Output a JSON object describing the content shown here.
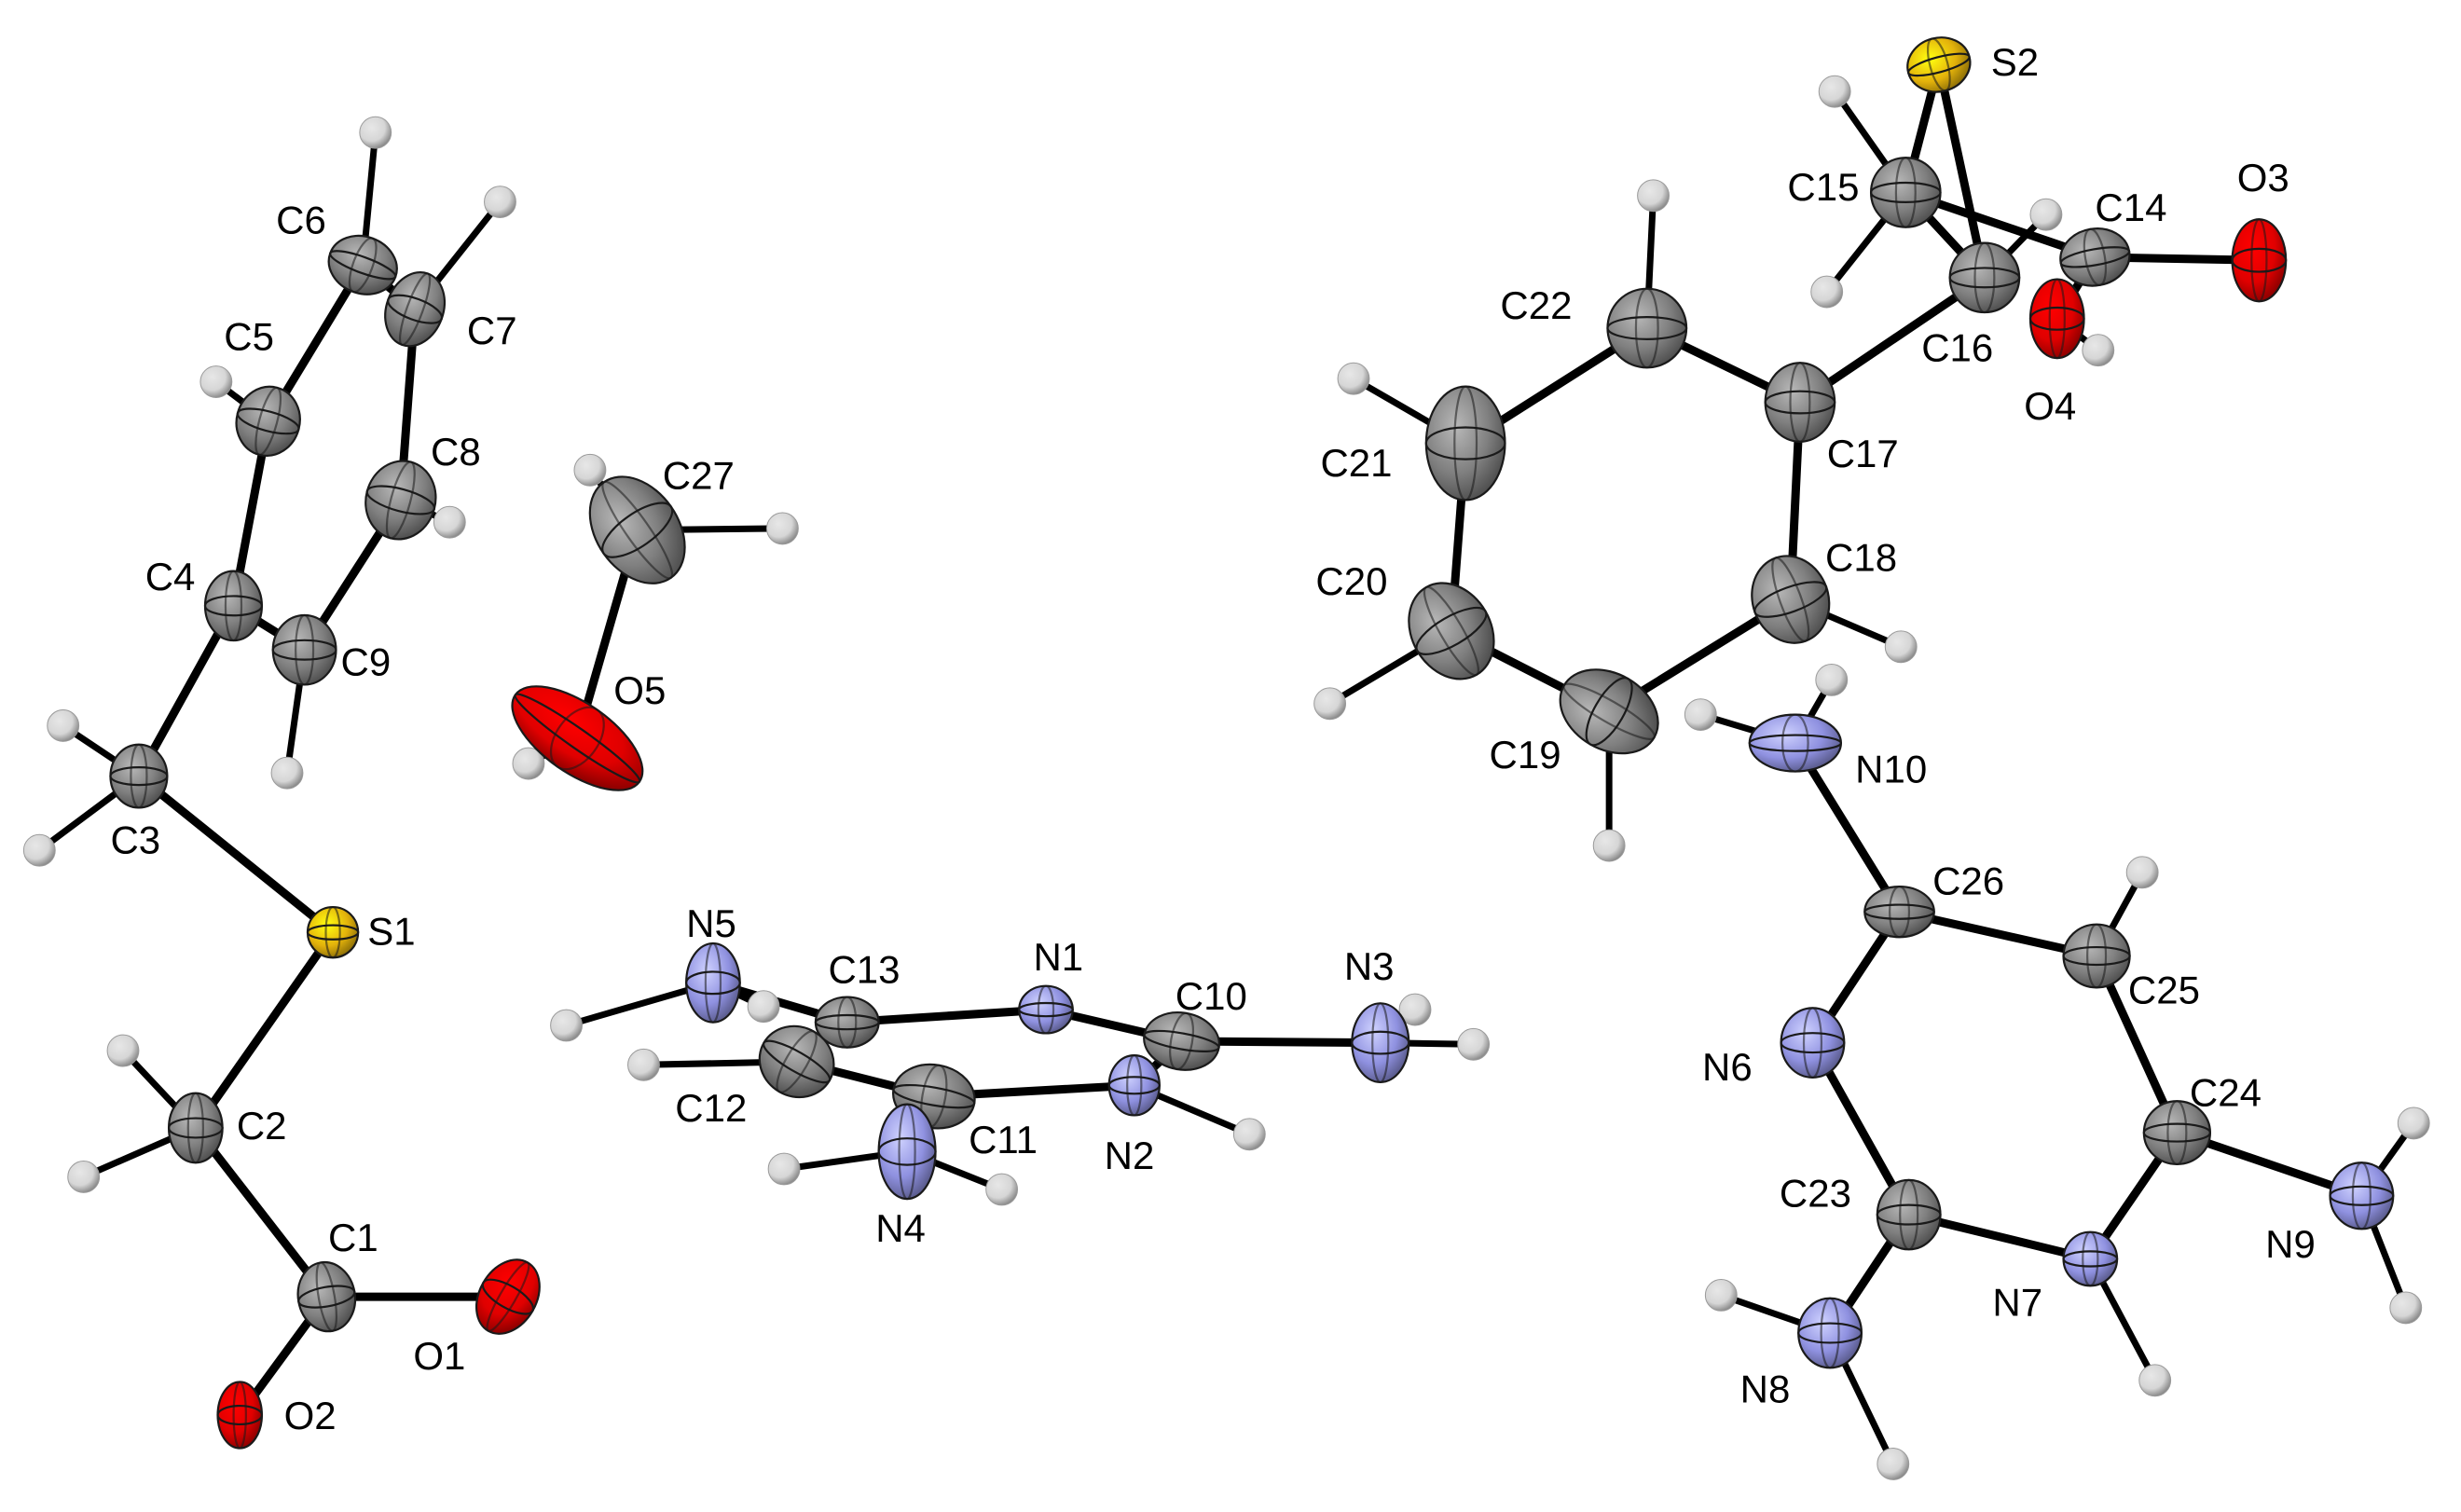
{
  "colors": {
    "C": "#7f7f7f",
    "N": "#8f91e0",
    "O": "#e00000",
    "S": "#e3b20b",
    "H": "#d6d6d6",
    "bond": "#000000"
  },
  "atoms": [
    {
      "id": "C1",
      "el": "C",
      "label": "C1"
    },
    {
      "id": "C2",
      "el": "C",
      "label": "C2"
    },
    {
      "id": "C3",
      "el": "C",
      "label": "C3"
    },
    {
      "id": "C4",
      "el": "C",
      "label": "C4"
    },
    {
      "id": "C5",
      "el": "C",
      "label": "C5"
    },
    {
      "id": "C6",
      "el": "C",
      "label": "C6"
    },
    {
      "id": "C7",
      "el": "C",
      "label": "C7"
    },
    {
      "id": "C8",
      "el": "C",
      "label": "C8"
    },
    {
      "id": "C9",
      "el": "C",
      "label": "C9"
    },
    {
      "id": "C10",
      "el": "C",
      "label": "C10"
    },
    {
      "id": "C11",
      "el": "C",
      "label": "C11"
    },
    {
      "id": "C12",
      "el": "C",
      "label": "C12"
    },
    {
      "id": "C13",
      "el": "C",
      "label": "C13"
    },
    {
      "id": "C14",
      "el": "C",
      "label": "C14"
    },
    {
      "id": "C15",
      "el": "C",
      "label": "C15"
    },
    {
      "id": "C16",
      "el": "C",
      "label": "C16"
    },
    {
      "id": "C17",
      "el": "C",
      "label": "C17"
    },
    {
      "id": "C18",
      "el": "C",
      "label": "C18"
    },
    {
      "id": "C19",
      "el": "C",
      "label": "C19"
    },
    {
      "id": "C20",
      "el": "C",
      "label": "C20"
    },
    {
      "id": "C21",
      "el": "C",
      "label": "C21"
    },
    {
      "id": "C22",
      "el": "C",
      "label": "C22"
    },
    {
      "id": "C23",
      "el": "C",
      "label": "C23"
    },
    {
      "id": "C24",
      "el": "C",
      "label": "C24"
    },
    {
      "id": "C25",
      "el": "C",
      "label": "C25"
    },
    {
      "id": "C26",
      "el": "C",
      "label": "C26"
    },
    {
      "id": "C27",
      "el": "C",
      "label": "C27"
    },
    {
      "id": "N1",
      "el": "N",
      "label": "N1"
    },
    {
      "id": "N2",
      "el": "N",
      "label": "N2"
    },
    {
      "id": "N3",
      "el": "N",
      "label": "N3"
    },
    {
      "id": "N4",
      "el": "N",
      "label": "N4"
    },
    {
      "id": "N5",
      "el": "N",
      "label": "N5"
    },
    {
      "id": "N6",
      "el": "N",
      "label": "N6"
    },
    {
      "id": "N7",
      "el": "N",
      "label": "N7"
    },
    {
      "id": "N8",
      "el": "N",
      "label": "N8"
    },
    {
      "id": "N9",
      "el": "N",
      "label": "N9"
    },
    {
      "id": "N10",
      "el": "N",
      "label": "N10"
    },
    {
      "id": "O1",
      "el": "O",
      "label": "O1"
    },
    {
      "id": "O2",
      "el": "O",
      "label": "O2"
    },
    {
      "id": "O3",
      "el": "O",
      "label": "O3"
    },
    {
      "id": "O4",
      "el": "O",
      "label": "O4"
    },
    {
      "id": "O5",
      "el": "O",
      "label": "O5"
    },
    {
      "id": "S1",
      "el": "S",
      "label": "S1"
    },
    {
      "id": "S2",
      "el": "S",
      "label": "S2"
    }
  ],
  "bonds": [
    [
      "C1",
      "C2"
    ],
    [
      "C1",
      "O1"
    ],
    [
      "C1",
      "O2"
    ],
    [
      "C2",
      "S1"
    ],
    [
      "S1",
      "C3"
    ],
    [
      "C3",
      "C4"
    ],
    [
      "C4",
      "C5"
    ],
    [
      "C5",
      "C6"
    ],
    [
      "C6",
      "C7"
    ],
    [
      "C7",
      "C8"
    ],
    [
      "C8",
      "C9"
    ],
    [
      "C9",
      "C4"
    ],
    [
      "C27",
      "O5"
    ],
    [
      "N1",
      "C13"
    ],
    [
      "N1",
      "C10"
    ],
    [
      "C10",
      "N2"
    ],
    [
      "N2",
      "C11"
    ],
    [
      "C11",
      "C12"
    ],
    [
      "C12",
      "C13"
    ],
    [
      "C13",
      "N5"
    ],
    [
      "C10",
      "N3"
    ],
    [
      "C11",
      "N4"
    ],
    [
      "S2",
      "C15"
    ],
    [
      "S2",
      "C16"
    ],
    [
      "C15",
      "C16"
    ],
    [
      "C15",
      "C14"
    ],
    [
      "C14",
      "O3"
    ],
    [
      "C14",
      "O4"
    ],
    [
      "C16",
      "C17"
    ],
    [
      "C17",
      "C22"
    ],
    [
      "C22",
      "C21"
    ],
    [
      "C21",
      "C20"
    ],
    [
      "C20",
      "C19"
    ],
    [
      "C19",
      "C18"
    ],
    [
      "C18",
      "C17"
    ],
    [
      "N10",
      "C26"
    ],
    [
      "C26",
      "C25"
    ],
    [
      "C26",
      "N6"
    ],
    [
      "C25",
      "C24"
    ],
    [
      "C24",
      "N7"
    ],
    [
      "C24",
      "N9"
    ],
    [
      "N7",
      "C23"
    ],
    [
      "C23",
      "N6"
    ],
    [
      "C23",
      "N8"
    ]
  ]
}
